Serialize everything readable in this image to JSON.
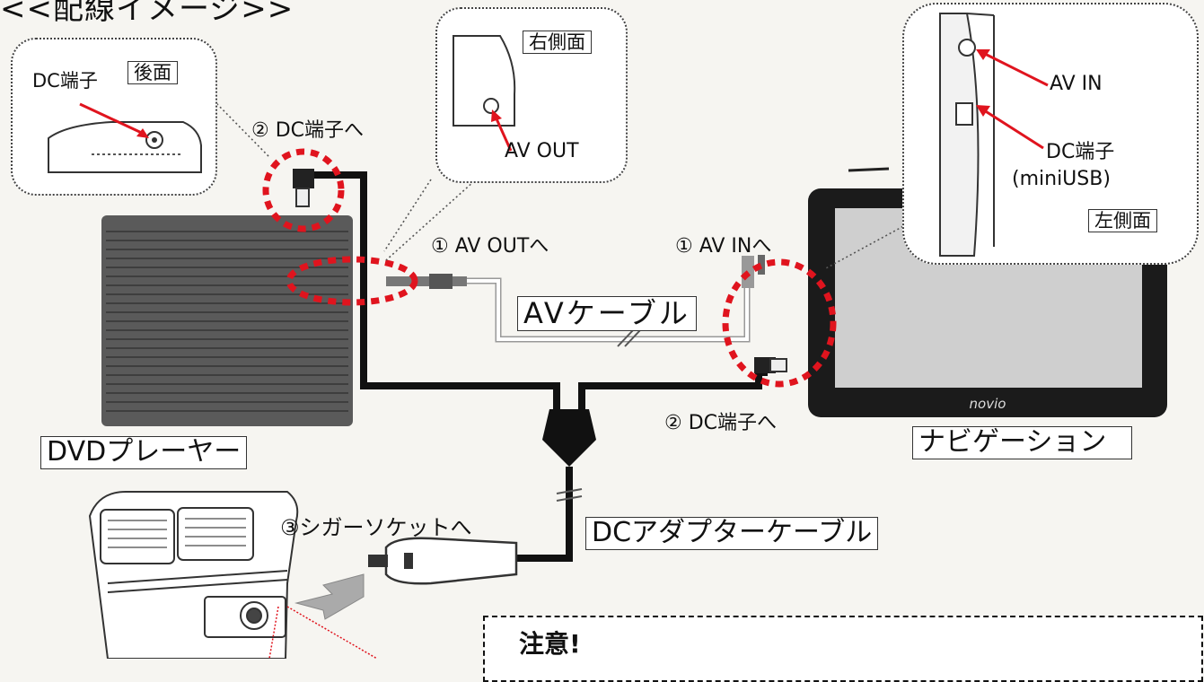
{
  "title": "<<配線イメージ>>",
  "callouts": {
    "rear": {
      "tag": "後面",
      "dc_terminal": "DC端子"
    },
    "right_side": {
      "tag": "右側面",
      "av_out": "AV OUT"
    },
    "left_side": {
      "tag": "左側面",
      "av_in": "AV IN",
      "dc_terminal": "DC端子",
      "dc_terminal_sub": "(miniUSB)"
    }
  },
  "steps": {
    "dvd_dc": "② DC端子へ",
    "av_out": "① AV OUTへ",
    "av_in": "① AV INへ",
    "nav_dc": "② DC端子へ",
    "cigar": "③シガーソケットへ"
  },
  "cables": {
    "av": "AVケーブル",
    "dc": "DCアダプターケーブル"
  },
  "devices": {
    "dvd": "DVDプレーヤー",
    "navi": "ナビゲーション",
    "navi_brand": "Novio"
  },
  "notice": {
    "heading": "注意!"
  },
  "colors": {
    "highlight": "#e0141e",
    "arrow": "#e0141e",
    "cable": "#111111",
    "dvd_body": "#565656"
  }
}
